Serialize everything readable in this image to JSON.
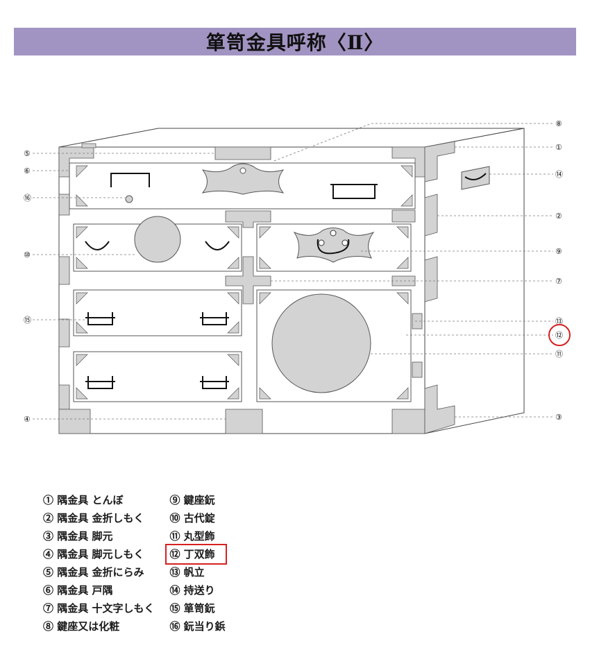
{
  "title": "箪笥金具呼称〈Ⅱ〉",
  "accent_color": "#a294c2",
  "highlight_color": "#d62020",
  "callouts": {
    "c1": "①",
    "c2": "②",
    "c3": "③",
    "c4": "④",
    "c5": "⑤",
    "c6": "⑥",
    "c7": "⑦",
    "c8": "⑧",
    "c9": "⑨",
    "c10": "⑩",
    "c11": "⑪",
    "c12": "⑫",
    "c13": "⑬",
    "c14": "⑭",
    "c15": "⑮",
    "c16": "⑯"
  },
  "legend": {
    "left": [
      "① 隅金具 とんぼ",
      "② 隅金具 金折しもく",
      "③ 隅金具 脚元",
      "④ 隅金具 脚元しもく",
      "⑤ 隅金具 金折にらみ",
      "⑥ 隅金具 戸隅",
      "⑦ 隅金具 十文字しもく",
      "⑧ 鍵座又は化粧"
    ],
    "right": [
      "⑨ 鍵座鈨",
      "⑩ 古代錠",
      "⑪ 丸型飾",
      "⑫ 丁双飾",
      "⑬ 帆立",
      "⑭ 持送り",
      "⑮ 箪笥鈨",
      "⑯ 鈨当り鋲"
    ]
  }
}
